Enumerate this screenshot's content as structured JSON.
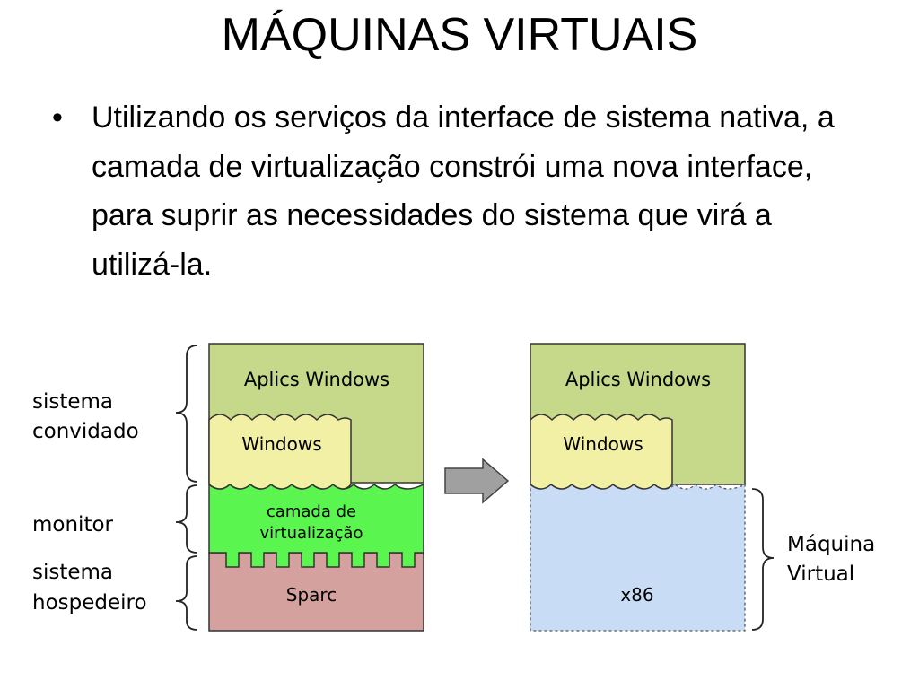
{
  "slide": {
    "title": "MÁQUINAS VIRTUAIS",
    "bullet": "Utilizando os serviços da interface de sistema nativa, a camada de virtualização constrói uma nova interface, para suprir as necessidades do sistema que virá a utilizá-la."
  },
  "diagram": {
    "left_labels": {
      "guest_line1": "sistema",
      "guest_line2": "convidado",
      "monitor": "monitor",
      "host_line1": "sistema",
      "host_line2": "hospedeiro"
    },
    "left_stack": {
      "apps": "Aplics Windows",
      "os": "Windows",
      "layer_line1": "camada de",
      "layer_line2": "virtualização",
      "hardware": "Sparc"
    },
    "right_stack": {
      "apps": "Aplics Windows",
      "os": "Windows",
      "hardware": "x86"
    },
    "right_labels": {
      "vm_line1": "Máquina",
      "vm_line2": "Virtual"
    },
    "colors": {
      "apps": "#c6d98a",
      "os": "#f2f0a5",
      "layer": "#5af54f",
      "host": "#d4a19f",
      "vm": "#c9dcf5",
      "arrow": "#a0a0a0"
    }
  }
}
